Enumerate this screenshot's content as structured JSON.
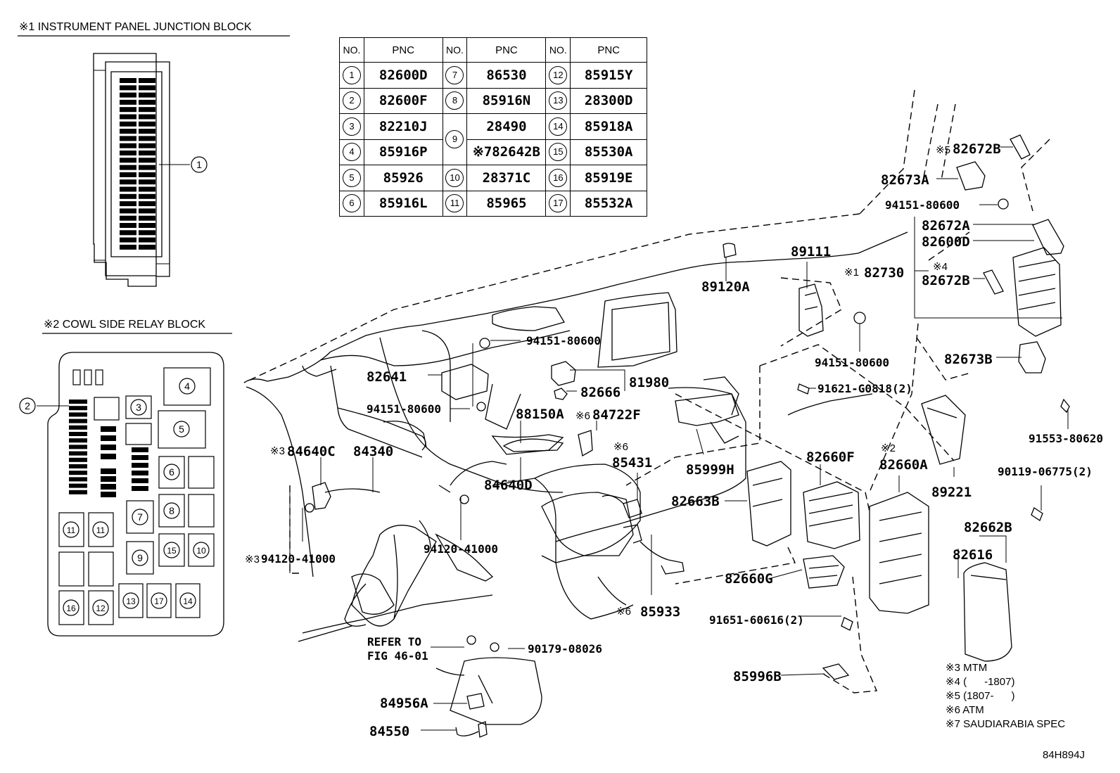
{
  "ijb_title": "※1 INSTRUMENT PANEL JUNCTION BLOCK",
  "crb_title": "※2 COWL SIDE RELAY BLOCK",
  "table": {
    "headers": [
      "NO.",
      "PNC",
      "NO.",
      "PNC",
      "NO.",
      "PNC"
    ],
    "rows": [
      {
        "no": "1",
        "pnc": "82600D"
      },
      {
        "no": "2",
        "pnc": "82600F"
      },
      {
        "no": "3",
        "pnc": "82210J"
      },
      {
        "no": "4",
        "pnc": "85916P"
      },
      {
        "no": "5",
        "pnc": "85926"
      },
      {
        "no": "6",
        "pnc": "85916L"
      },
      {
        "no": "7",
        "pnc": "86530"
      },
      {
        "no": "8",
        "pnc": "85916N"
      },
      {
        "no": "9",
        "pnc": "28490"
      },
      {
        "no": "9b",
        "pnc": "※782642B"
      },
      {
        "no": "10",
        "pnc": "28371C"
      },
      {
        "no": "11",
        "pnc": "85965"
      },
      {
        "no": "12",
        "pnc": "85915Y"
      },
      {
        "no": "13",
        "pnc": "28300D"
      },
      {
        "no": "14",
        "pnc": "85918A"
      },
      {
        "no": "15",
        "pnc": "85530A"
      },
      {
        "no": "16",
        "pnc": "85919E"
      },
      {
        "no": "17",
        "pnc": "85532A"
      }
    ]
  },
  "relay_slots": [
    "1",
    "2",
    "3",
    "4",
    "5",
    "6",
    "7",
    "8",
    "9",
    "10",
    "11",
    "12",
    "13",
    "14",
    "15",
    "16",
    "17"
  ],
  "callouts": {
    "c82672B_top": "82672B",
    "m5": "※5",
    "c82673A": "82673A",
    "c94151_a": "94151-80600",
    "c82672A": "82672A",
    "c82600D": "82600D",
    "m1": "※1",
    "c82730": "82730",
    "m4": "※4",
    "c82672B_mid": "82672B",
    "c89111": "89111",
    "c89120A": "89120A",
    "c94151_b": "94151-80600",
    "c94151_c": "94151-80600",
    "c82673B": "82673B",
    "c82641": "82641",
    "c82666": "82666",
    "c81980": "81980",
    "c91621": "91621-G0818(2)",
    "c94151_d": "94151-80600",
    "c88150A": "88150A",
    "m6a": "※6",
    "c84722F": "84722F",
    "c91553": "91553-80620",
    "m3a": "※3",
    "c84640C": "84640C",
    "c84340": "84340",
    "m6b": "※6",
    "c85431": "85431",
    "c82660F": "82660F",
    "m2": "※2",
    "c82660A": "82660A",
    "c85999H": "85999H",
    "c90119": "90119-06775(2)",
    "c84640D": "84640D",
    "c82663B": "82663B",
    "c89221": "89221",
    "c82662B": "82662B",
    "c94120_a": "94120-41000",
    "m3b": "※3",
    "c94120_b": "94120-41000",
    "c82616": "82616",
    "c82660G": "82660G",
    "m6c": "※6",
    "c85933": "85933",
    "c91651": "91651-60616(2)",
    "ref1": "REFER TO",
    "ref2": "FIG 46-01",
    "c90179": "90179-08026",
    "c85996B": "85996B",
    "c84956A": "84956A",
    "c84550": "84550"
  },
  "notes": [
    "※3 MTM",
    "※4 (      -1807)",
    "※5 (1807-      )",
    "※6 ATM",
    "※7 SAUDIARABIA SPEC"
  ],
  "figure_id": "84H894J"
}
